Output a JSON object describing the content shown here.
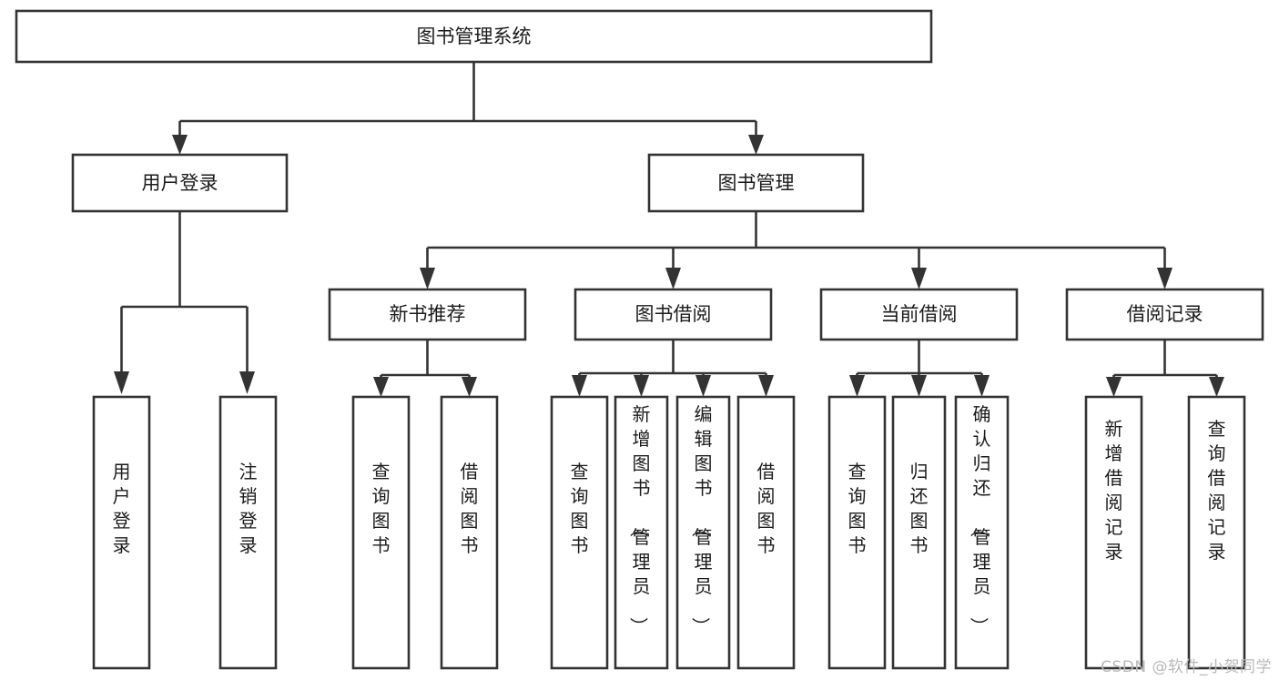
{
  "diagram": {
    "type": "tree-hierarchy-chart",
    "title": "图书管理系统",
    "watermark": "CSDN @软件_小贺同学",
    "colors": {
      "box_stroke": "#333333",
      "box_fill": "#ffffff",
      "text": "#1b1b1b",
      "background": "#ffffff",
      "watermark_text": "#b9b9b9"
    },
    "levels": {
      "level1": [
        {
          "id": "root",
          "label": "图书管理系统",
          "orientation": "horizontal"
        }
      ],
      "level2": [
        {
          "id": "user-login",
          "label": "用户登录",
          "orientation": "horizontal"
        },
        {
          "id": "book-manage",
          "label": "图书管理",
          "orientation": "horizontal"
        }
      ],
      "level3": [
        {
          "id": "new-book-rec",
          "label": "新书推荐",
          "orientation": "horizontal"
        },
        {
          "id": "book-borrow",
          "label": "图书借阅",
          "orientation": "horizontal"
        },
        {
          "id": "current-borrow",
          "label": "当前借阅",
          "orientation": "horizontal"
        },
        {
          "id": "borrow-record",
          "label": "借阅记录",
          "orientation": "horizontal"
        }
      ],
      "level4": [
        {
          "id": "leaf-user-login",
          "label": "用户登录",
          "parent": "user-login",
          "orientation": "vertical"
        },
        {
          "id": "leaf-logout-login",
          "label": "注销登录",
          "parent": "user-login",
          "orientation": "vertical"
        },
        {
          "id": "leaf-query-book-1",
          "label": "查询图书",
          "parent": "new-book-rec",
          "orientation": "vertical"
        },
        {
          "id": "leaf-borrow-book-1",
          "label": "借阅图书",
          "parent": "new-book-rec",
          "orientation": "vertical"
        },
        {
          "id": "leaf-query-book-2",
          "label": "查询图书",
          "parent": "book-borrow",
          "orientation": "vertical"
        },
        {
          "id": "leaf-add-book",
          "label": "新增图书（管理员）",
          "parent": "book-borrow",
          "orientation": "vertical"
        },
        {
          "id": "leaf-edit-book",
          "label": "编辑图书（管理员）",
          "parent": "book-borrow",
          "orientation": "vertical"
        },
        {
          "id": "leaf-borrow-book-2",
          "label": "借阅图书",
          "parent": "book-borrow",
          "orientation": "vertical"
        },
        {
          "id": "leaf-query-book-3",
          "label": "查询图书",
          "parent": "current-borrow",
          "orientation": "vertical"
        },
        {
          "id": "leaf-return-book",
          "label": "归还图书",
          "parent": "current-borrow",
          "orientation": "vertical"
        },
        {
          "id": "leaf-confirm-return",
          "label": "确认归还（管理员）",
          "parent": "current-borrow",
          "orientation": "vertical"
        },
        {
          "id": "leaf-add-record",
          "label": "新增借阅记录",
          "parent": "borrow-record",
          "orientation": "vertical"
        },
        {
          "id": "leaf-query-record",
          "label": "查询借阅记录",
          "parent": "borrow-record",
          "orientation": "vertical"
        }
      ]
    }
  }
}
